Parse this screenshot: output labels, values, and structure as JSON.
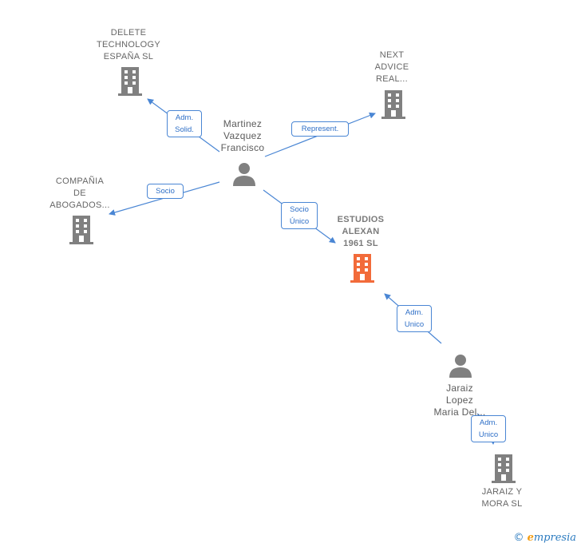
{
  "colors": {
    "edge": "#4a86d4",
    "company": "#808080",
    "focus_company": "#f26b3a",
    "person": "#808080"
  },
  "nodes": {
    "delete_technology": {
      "label": "DELETE\nTECHNOLOGY\nESPAÑA  SL",
      "icon": "building-icon"
    },
    "next_advice": {
      "label": "NEXT\nADVICE\nREAL...",
      "icon": "building-icon"
    },
    "martinez": {
      "label": "Martinez\nVazquez\nFrancisco",
      "icon": "person-icon"
    },
    "compania": {
      "label": "COMPAÑIA\nDE\nABOGADOS...",
      "icon": "building-icon"
    },
    "estudios": {
      "label": "ESTUDIOS\nALEXAN\n1961  SL",
      "icon": "building-icon"
    },
    "jaraiz_person": {
      "label": "Jaraiz\nLopez\nMaria Del...",
      "icon": "person-icon"
    },
    "jaraiz_mora": {
      "label": "JARAIZ Y\nMORA  SL",
      "icon": "building-icon"
    }
  },
  "edges": {
    "adm_solid": "Adm.\nSolid.",
    "represent": "Represent.",
    "socio": "Socio",
    "socio_unico": "Socio\nÚnico",
    "adm_unico_1": "Adm.\nUnico",
    "adm_unico_2": "Adm.\nUnico"
  },
  "footer": {
    "copyright": "©",
    "brand_initial": "e",
    "brand_rest": "mpresia"
  }
}
